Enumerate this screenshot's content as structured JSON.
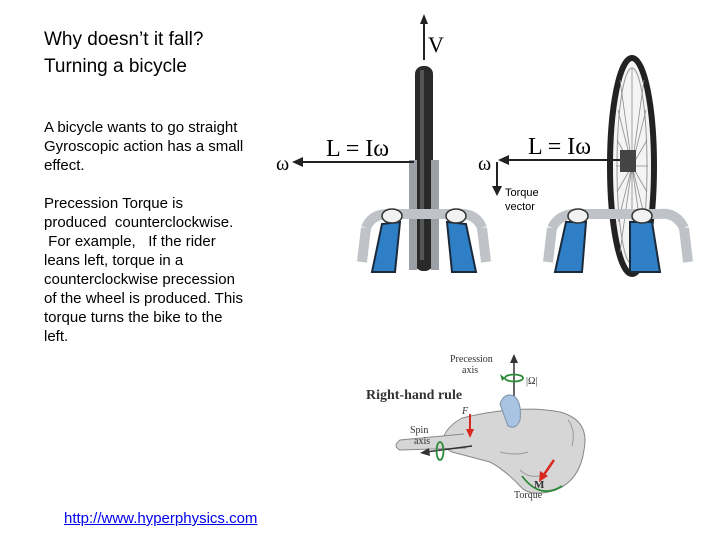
{
  "slide": {
    "title_line1": "Why doesn’t it fall?",
    "title_line2": "Turning a bicycle",
    "paragraphs": [
      "A bicycle wants to go straight",
      "Gyroscopic action has a small",
      "effect.",
      "",
      "Precession Torque is",
      "produced  counterclockwise.",
      " For example,   If the rider",
      "leans left, torque in a",
      "counterclockwise precession",
      "of the wheel is produced. This",
      "torque turns the bike to the",
      "left."
    ],
    "link_text": "http://www.hyperphysics.com"
  },
  "bike_figure": {
    "v_label": "V",
    "left_formula": "L = Iω",
    "right_formula": "L = Iω",
    "omega_left": "ω",
    "omega_right": "ω",
    "torque_label_1": "Torque",
    "torque_label_2": "vector"
  },
  "hand_figure": {
    "precession_label_1": "Precession",
    "precession_label_2": "axis",
    "omega_mag": "|Ω|",
    "rule_label": "Right-hand rule",
    "spin_label_1": "Spin",
    "spin_label_2": "axis",
    "f_label": "F",
    "m_label": "M",
    "torque_label": "Torque"
  },
  "colors": {
    "link": "#0000ee",
    "sleeve_blue": "#2e7fc6",
    "arrow_red": "#d9281e",
    "arrow_green": "#2e8b3a"
  }
}
